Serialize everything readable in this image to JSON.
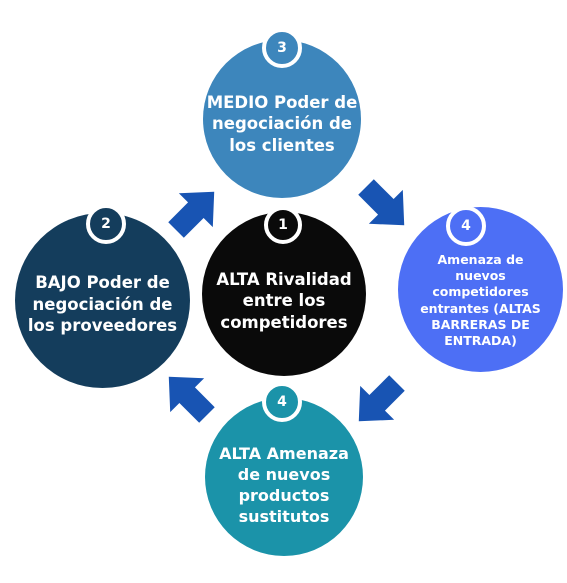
{
  "colors": {
    "dark_navy": "#143d5c",
    "mid_blue": "#3d86bc",
    "bright_blue": "#4d6ff5",
    "teal": "#1b93a9",
    "black": "#0a0a0a",
    "arrow_blue": "#1854b3"
  },
  "circles": {
    "center": {
      "number": "1",
      "lines": [
        "ALTA Rivalidad",
        "entre los",
        "competidores"
      ]
    },
    "left": {
      "number": "2",
      "lines": [
        "BAJO Poder de",
        "negociación de",
        "los proveedores"
      ]
    },
    "top": {
      "number": "3",
      "lines": [
        "MEDIO Poder de",
        "negociación de",
        "los clientes"
      ]
    },
    "right": {
      "number": "4",
      "lines": [
        "Amenaza de",
        "nuevos",
        "competidores",
        "entrantes (ALTAS",
        "BARRERAS DE",
        "ENTRADA)"
      ]
    },
    "bottom": {
      "number": "4",
      "lines": [
        "ALTA Amenaza",
        "de nuevos",
        "productos",
        "sustitutos"
      ]
    }
  },
  "arrows": [
    "arrow-up-right",
    "arrow-down-right",
    "arrow-down-left",
    "arrow-up-left"
  ]
}
